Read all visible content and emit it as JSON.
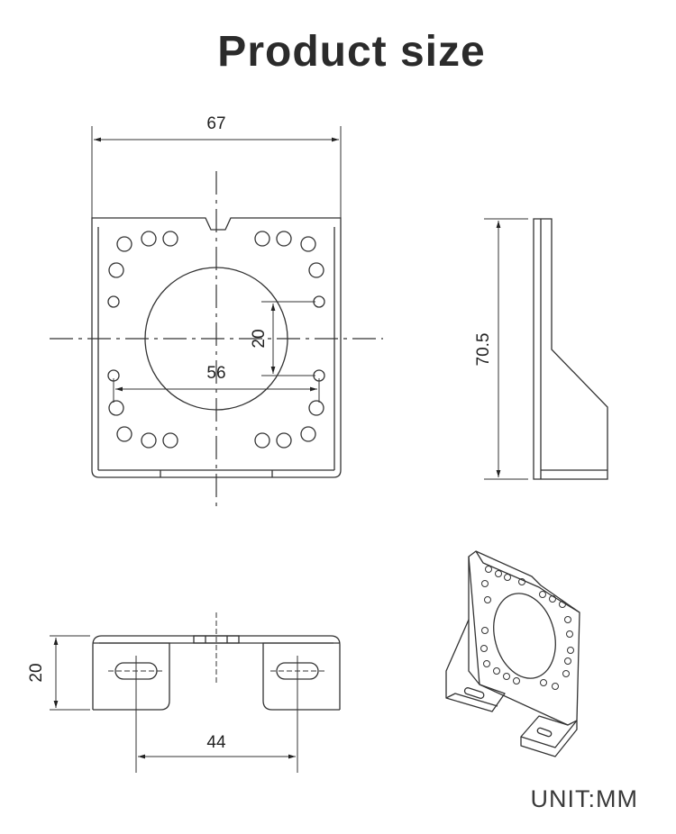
{
  "title": "Product size",
  "dimensions": {
    "width": "67",
    "height": "70.5",
    "hole_spacing_vertical": "20",
    "hole_spacing_horizontal": "56",
    "base_depth": "20",
    "slot_spacing": "44"
  },
  "unit": "UNIT:MM"
}
